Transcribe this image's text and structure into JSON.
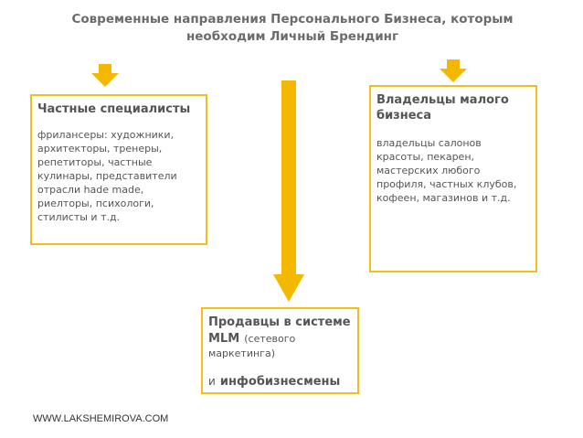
{
  "title": {
    "line1": "Современные направления Персонального Бизнеса, которым",
    "line2": "необходим Личный Брендинг"
  },
  "box_left": {
    "heading": "Частные специалисты",
    "lines": [
      "фрилансеры: художники,",
      "архитекторы, тренеры,",
      "репетиторы, частные",
      "кулинары, представители",
      "отрасли hade made,",
      "риелторы, психологи,",
      "стилисты и т.д."
    ]
  },
  "box_right": {
    "heading_lines": [
      "Владельцы малого",
      "бизнеса"
    ],
    "lines": [
      "владельцы салонов",
      "красоты, пекарен,",
      "мастерских любого",
      "профиля, частных клубов,",
      "кофеен, магазинов и т.д."
    ]
  },
  "box_bottom": {
    "heading": "Продавцы в системе",
    "mlm": "MLM",
    "mlm_note": "(сетевого",
    "mlm_note2": "маркетинга)",
    "and_word": "и",
    "info": "инфобизнесмены"
  },
  "footer": "WWW.LAKSHEMIROVA.COM",
  "colors": {
    "accent": "#f2be1a",
    "arrow": "#f5b800"
  }
}
